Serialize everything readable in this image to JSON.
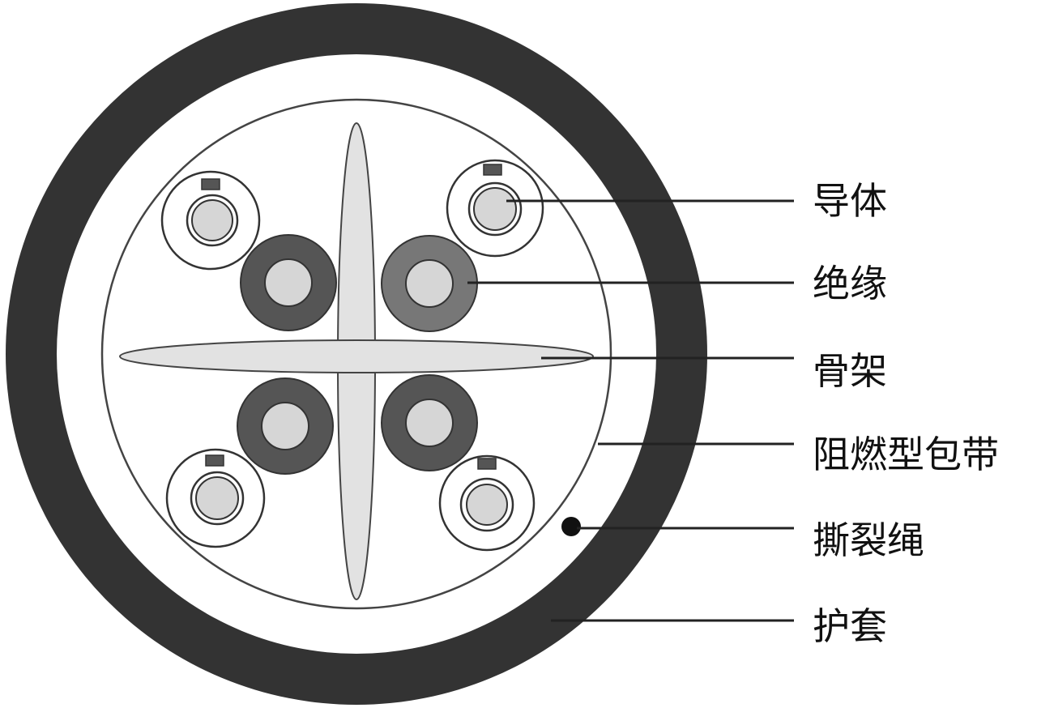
{
  "labels": {
    "conductor": "导体",
    "insulation": "绝缘",
    "skeleton": "骨架",
    "flame_retardant_tape": "阻燃型包带",
    "ripcord": "撕裂绳",
    "sheath": "护套"
  },
  "colors": {
    "sheath": "#333333",
    "background": "#ffffff",
    "outline": "#444444",
    "skeleton_fill": "#e2e2e2",
    "conductor_fill": "#d6d6d6",
    "insulation_dark": "#555555",
    "insulation_medium": "#777777",
    "ripcord": "#111111",
    "leader_line": "#222222"
  }
}
